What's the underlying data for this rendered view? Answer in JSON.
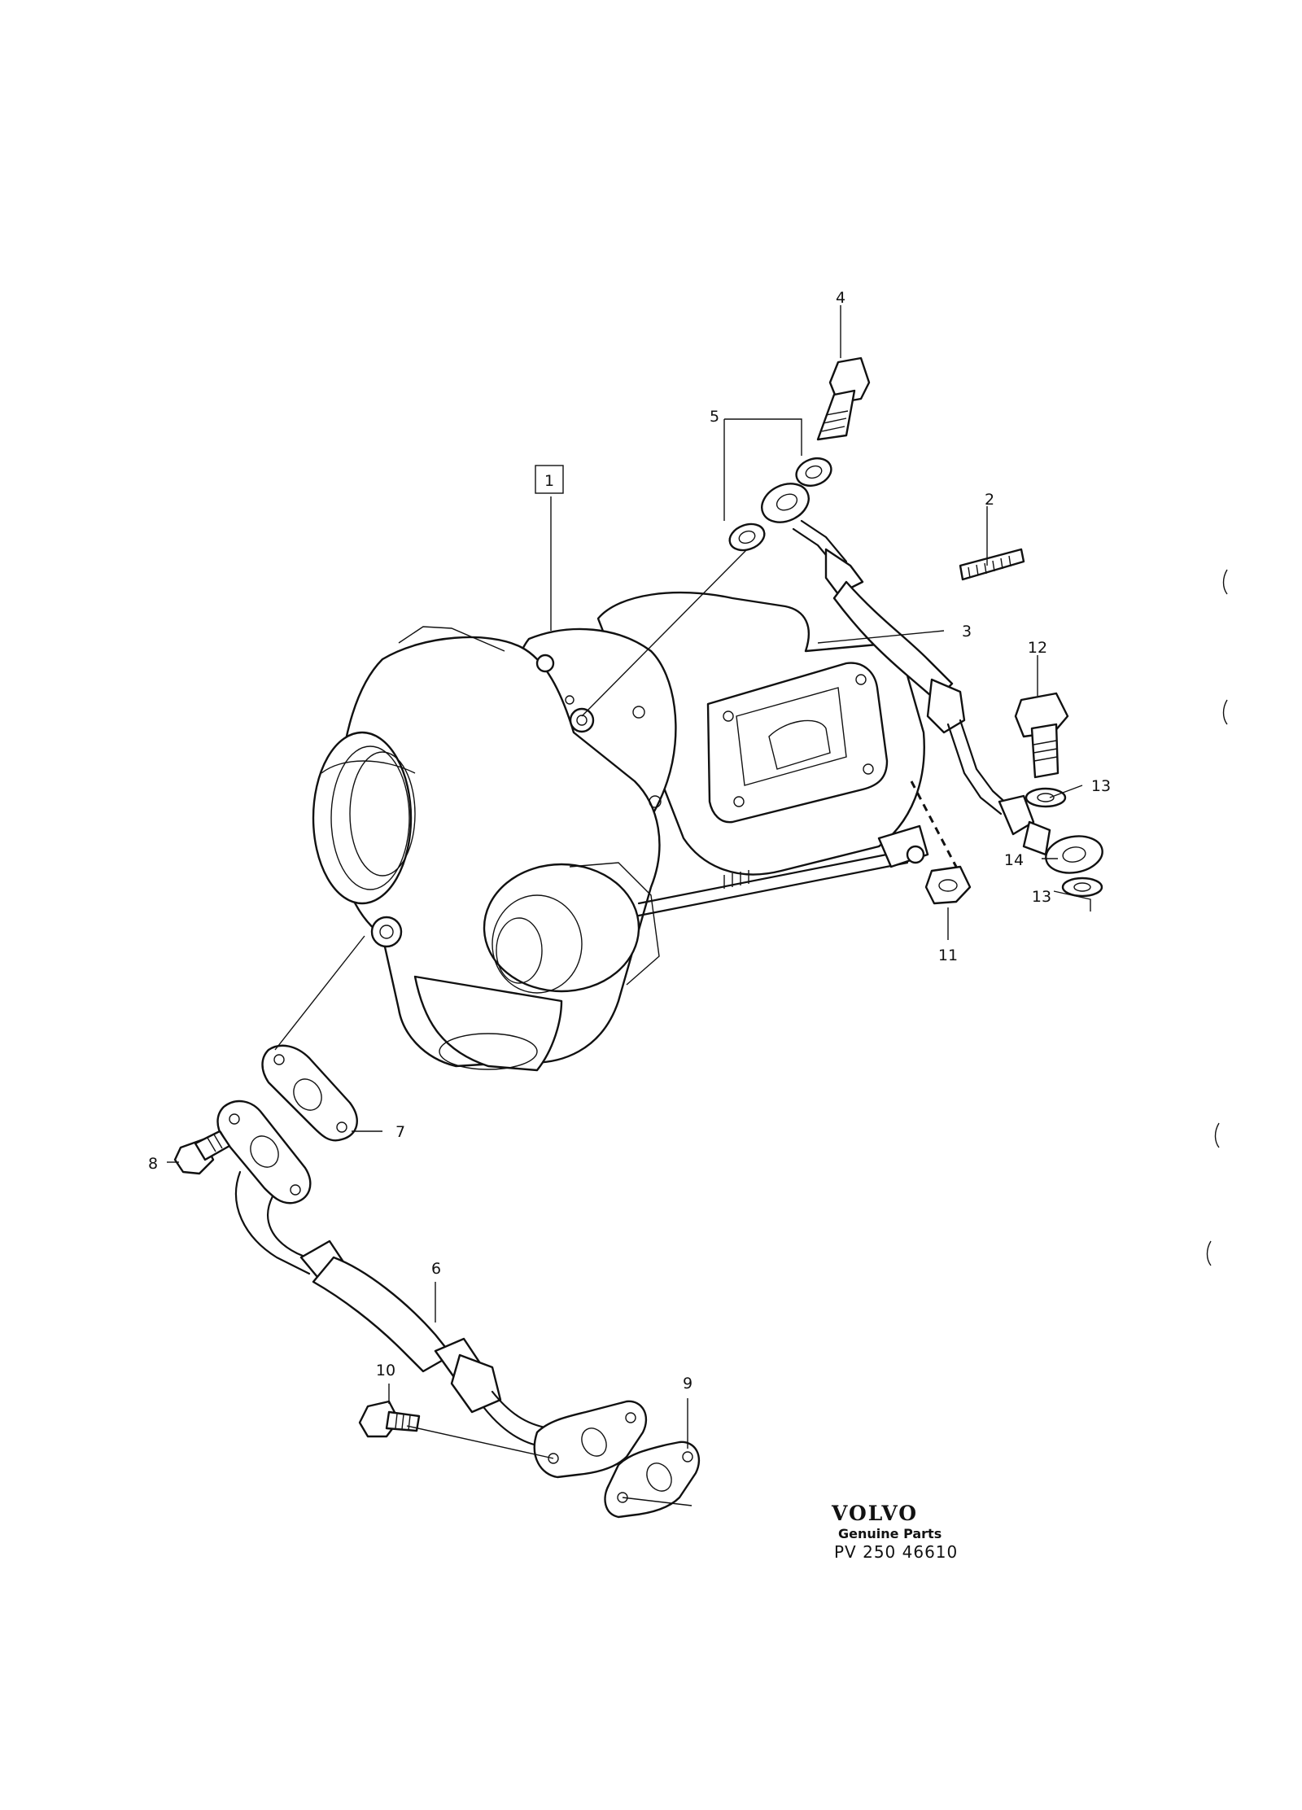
{
  "callouts": {
    "c1": "1",
    "c2": "2",
    "c3": "3",
    "c4": "4",
    "c5": "5",
    "c6": "6",
    "c7": "7",
    "c8": "8",
    "c9": "9",
    "c10": "10",
    "c11": "11",
    "c12": "12",
    "c13a": "13",
    "c13b": "13",
    "c14": "14"
  },
  "brand": {
    "wordmark": "VOLVO",
    "subtitle": "Genuine Parts",
    "code": "PV 250 46610"
  }
}
